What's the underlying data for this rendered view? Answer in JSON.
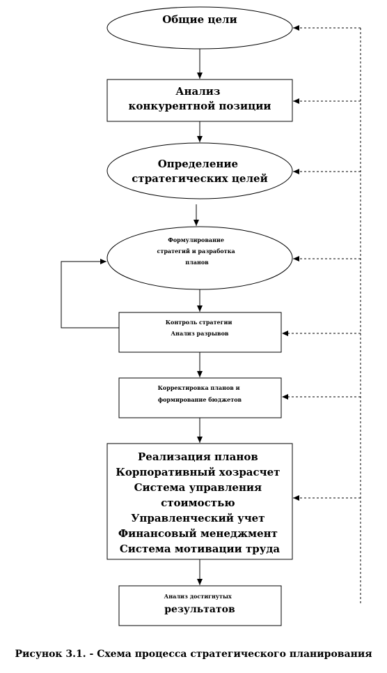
{
  "nodes": {
    "common_goals": {
      "shape": "ellipse",
      "lines": [
        "Общие цели"
      ]
    },
    "competitive_analysis": {
      "shape": "rect",
      "lines": [
        "Анализ",
        "конкурентной позиции"
      ]
    },
    "strategic_goals": {
      "shape": "ellipse",
      "lines": [
        "Определение",
        "стратегических целей"
      ]
    },
    "strategy_formulation": {
      "shape": "ellipse",
      "lines": [
        "Формулирование",
        "стратегий и разработка",
        "планов"
      ]
    },
    "strategy_control": {
      "shape": "rect",
      "lines": [
        "Контроль стратегии",
        "Анализ разрывов"
      ]
    },
    "plan_adjustment": {
      "shape": "rect",
      "lines": [
        "Корректировка планов и",
        "формирование бюджетов"
      ]
    },
    "plan_implementation": {
      "shape": "rect",
      "lines": [
        "Реализация планов",
        "Корпоративный хозрасчет",
        "Система управления",
        "стоимостью",
        "Управленческий учет",
        "Финансовый менеджмент",
        "Система мотивации труда"
      ]
    },
    "results_analysis": {
      "shape": "rect",
      "lines": [
        "Анализ достигнутых",
        "результатов"
      ]
    }
  },
  "caption": "Рисунок 3.1. - Схема процесса стратегического планирования"
}
